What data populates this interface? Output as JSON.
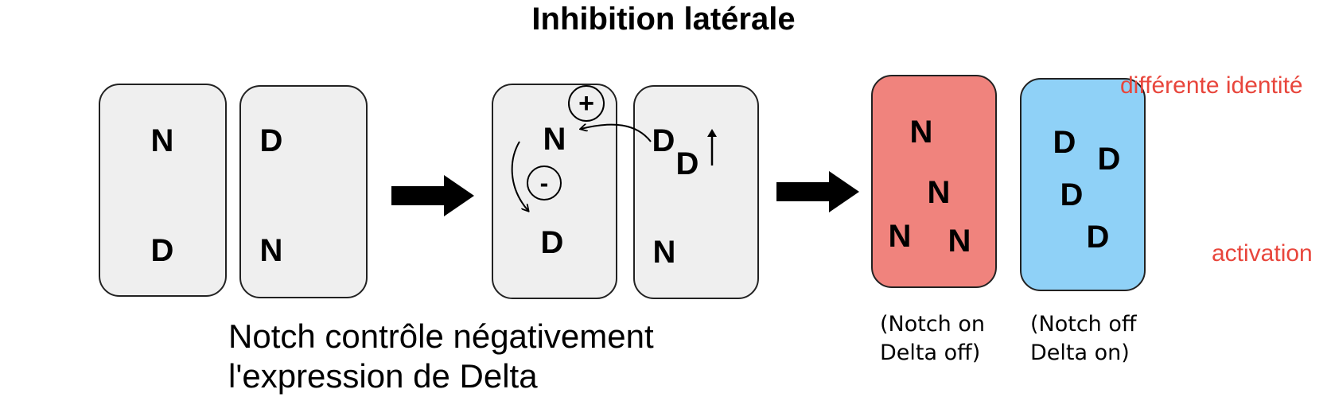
{
  "title": "Inhibition latérale",
  "panel1": {
    "left_cell": {
      "top": "N",
      "bottom": "D"
    },
    "right_cell": {
      "top": "D",
      "bottom": "N"
    }
  },
  "panel2": {
    "left_cell": {
      "top": "N",
      "bottom": "D",
      "plus": "+",
      "minus": "-"
    },
    "right_cell": {
      "d1": "D",
      "d2": "D",
      "bottom": "N"
    }
  },
  "panel3": {
    "red_cell": {
      "n1": "N",
      "n2": "N",
      "n3": "N",
      "n4": "N"
    },
    "blue_cell": {
      "d1": "D",
      "d2": "D",
      "d3": "D",
      "d4": "D"
    },
    "red_caption_line1": "(Notch on",
    "red_caption_line2": "Delta off)",
    "blue_caption_line1": "(Notch off",
    "blue_caption_line2": "Delta on)"
  },
  "caption_line1": "Notch contrôle négativement",
  "caption_line2": "l'expression de Delta",
  "notes": {
    "top": "différente identité",
    "bottom": "activation"
  },
  "colors": {
    "cell_gray": "#efefef",
    "cell_red": "#f0837d",
    "cell_blue": "#8fd1f7",
    "note_red": "#e8463c"
  }
}
